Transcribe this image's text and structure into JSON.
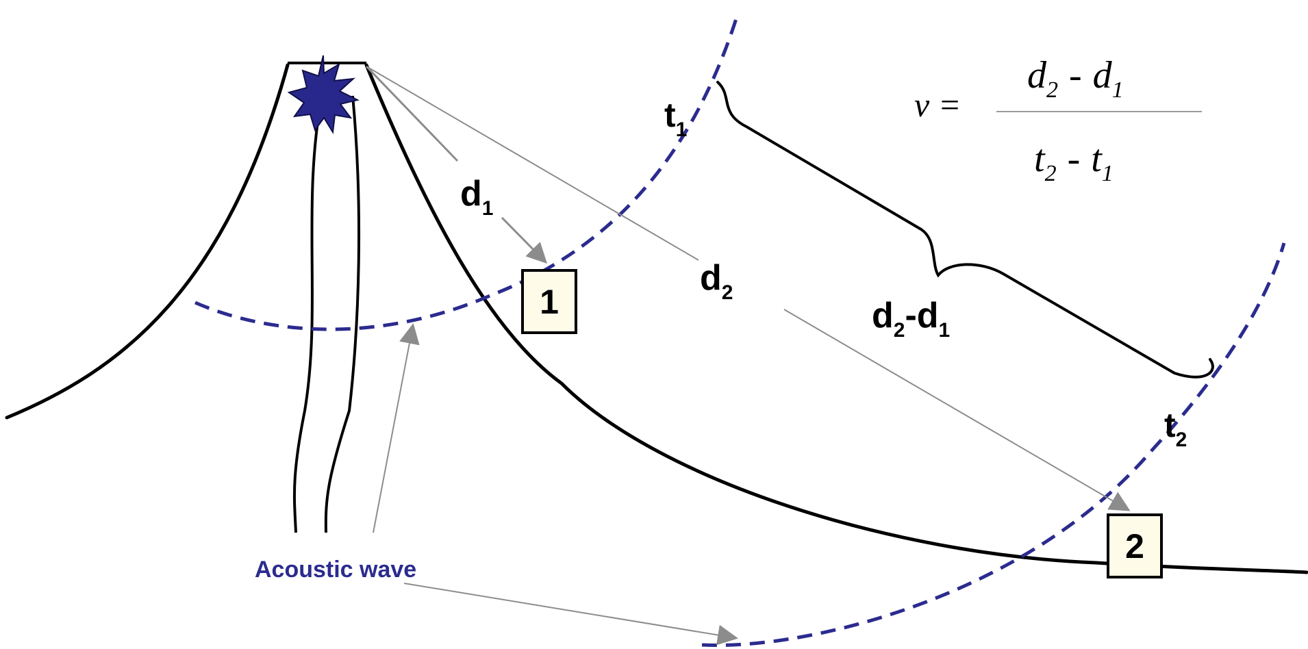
{
  "colors": {
    "background": "#ffffff",
    "outline": "#000000",
    "wave": "#2b2b8f",
    "explosion": "#28288c",
    "arrow": "#8c8c8c",
    "station_fill": "#fffbe9"
  },
  "icons": {
    "explosion": "starburst-icon",
    "arrowhead": "triangle-arrowhead"
  },
  "labels": {
    "d1": {
      "main": "d",
      "sub": "1"
    },
    "d2": {
      "main": "d",
      "sub": "2"
    },
    "t1": {
      "main": "t",
      "sub": "1"
    },
    "t2": {
      "main": "t",
      "sub": "2"
    },
    "difference": {
      "d_a": "d",
      "sub_a": "2",
      "dash": "-",
      "d_b": "d",
      "sub_b": "1"
    },
    "acoustic_wave": "Acoustic wave"
  },
  "stations": [
    {
      "id": "station-1",
      "label": "1"
    },
    {
      "id": "station-2",
      "label": "2"
    }
  ],
  "formula": {
    "lhs": "v =",
    "numerator": {
      "a": "d",
      "a_sub": "2",
      "op": "-",
      "b": "d",
      "b_sub": "1"
    },
    "denominator": {
      "a": "t",
      "a_sub": "2",
      "op": "-",
      "b": "t",
      "b_sub": "1"
    }
  }
}
